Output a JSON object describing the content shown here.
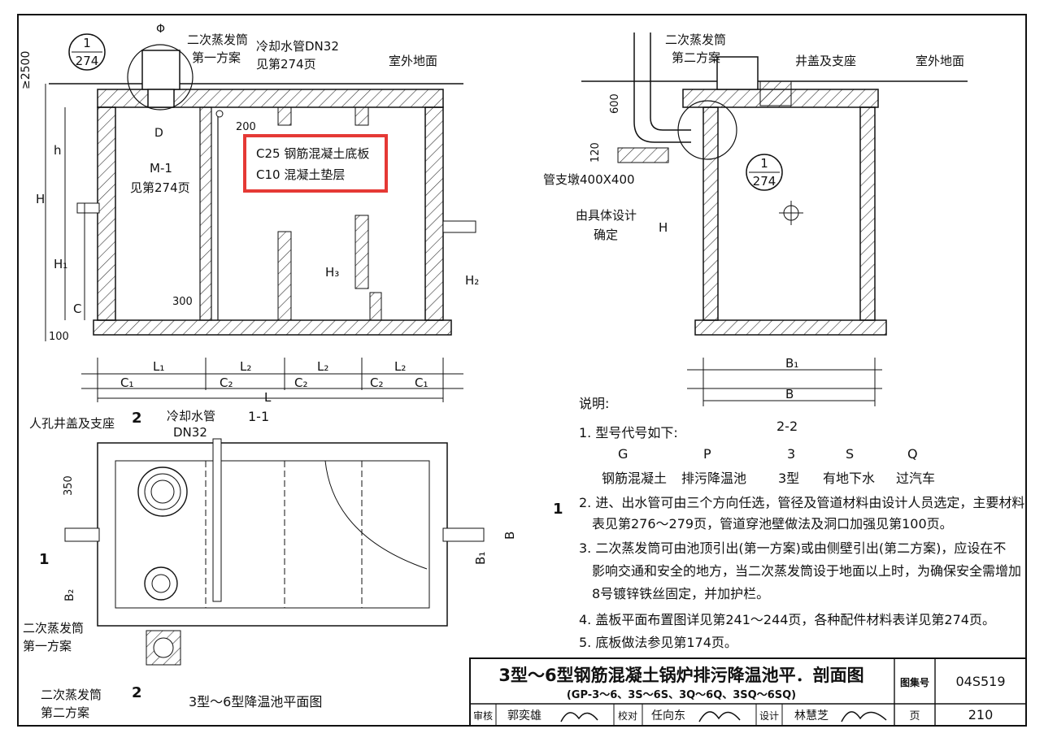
{
  "section_1_1": {
    "title": "1-1",
    "labels": {
      "vent_pipe_1": "二次蒸发筒",
      "vent_pipe_1b": "第一方案",
      "cooling_pipe": "冷却水管DN32",
      "cooling_ref": "见第274页",
      "ground": "室外地面",
      "m1": "M-1",
      "m1_ref": "见第274页",
      "slab": "C25 钢筋混凝土底板",
      "cushion": "C10 混凝土垫层",
      "callout_num": "1",
      "callout_page": "274"
    },
    "dims": {
      "phi": "Φ",
      "d": "D",
      "ge2500": "≥2500",
      "h": "h",
      "H": "H",
      "H1": "H₁",
      "C": "C",
      "d100": "100",
      "d200": "200",
      "d300": "300",
      "H2": "H₂",
      "H3": "H₃",
      "L1": "L₁",
      "L2": "L₂",
      "C1": "C₁",
      "C2": "C₂",
      "L": "L"
    }
  },
  "section_2_2": {
    "title": "2-2",
    "labels": {
      "vent_pipe_2": "二次蒸发筒",
      "vent_pipe_2b": "第二方案",
      "manhole": "井盖及支座",
      "ground": "室外地面",
      "support": "管支墩400X400",
      "design": "由具体设计",
      "design_b": "确定",
      "callout_num": "1",
      "callout_page": "274"
    },
    "dims": {
      "d600": "600",
      "d120": "120",
      "B1": "B₁",
      "B": "B",
      "H": "H"
    }
  },
  "plan": {
    "title": "3型～6型降温池平面图",
    "labels": {
      "manhole": "人孔井盖及支座",
      "cooling": "冷却水管",
      "cooling_b": "DN32",
      "vent1": "二次蒸发筒",
      "vent1b": "第一方案",
      "vent2": "二次蒸发筒",
      "vent2b": "第二方案",
      "cut_1": "1",
      "cut_2": "2"
    },
    "dims": {
      "d350": "350",
      "B2": "B₂",
      "B1": "B₁",
      "B": "B"
    }
  },
  "notes": {
    "head": "说明:",
    "n1": "1. 型号代号如下:",
    "code_letters": [
      "G",
      "P",
      "3",
      "S",
      "Q"
    ],
    "code_meaning": [
      "钢筋混凝土",
      "排污降温池",
      "3型",
      "有地下水",
      "过汽车"
    ],
    "n2a": "2. 进、出水管可由三个方向任选，管径及管道材料由设计人员选定，主要材料",
    "n2b": "表见第276～279页，管道穿池壁做法及洞口加强见第100页。",
    "n3a": "3. 二次蒸发筒可由池顶引出(第一方案)或由侧壁引出(第二方案)，应设在不",
    "n3b": "影响交通和安全的地方，当二次蒸发筒设于地面以上时，为确保安全需增加",
    "n3c": "8号镀锌铁丝固定，并加护栏。",
    "n4": "4. 盖板平面布置图详见第241～244页，各种配件材料表详见第274页。",
    "n5": "5. 底板做法参见第174页。"
  },
  "title_block": {
    "title": "3型～6型钢筋混凝土锅炉排污降温池平．剖面图",
    "subtitle": "(GP-3～6、3S～6S、3Q～6Q、3SQ～6SQ)",
    "atlas_label": "图集号",
    "atlas_no": "04S519",
    "page_label": "页",
    "page_no": "210",
    "review_label": "审核",
    "reviewer": "郭奕雄",
    "check_label": "校对",
    "checker": "任向东",
    "design_label": "设计",
    "designer": "林慧芝"
  },
  "highlight_color": "#e53935"
}
